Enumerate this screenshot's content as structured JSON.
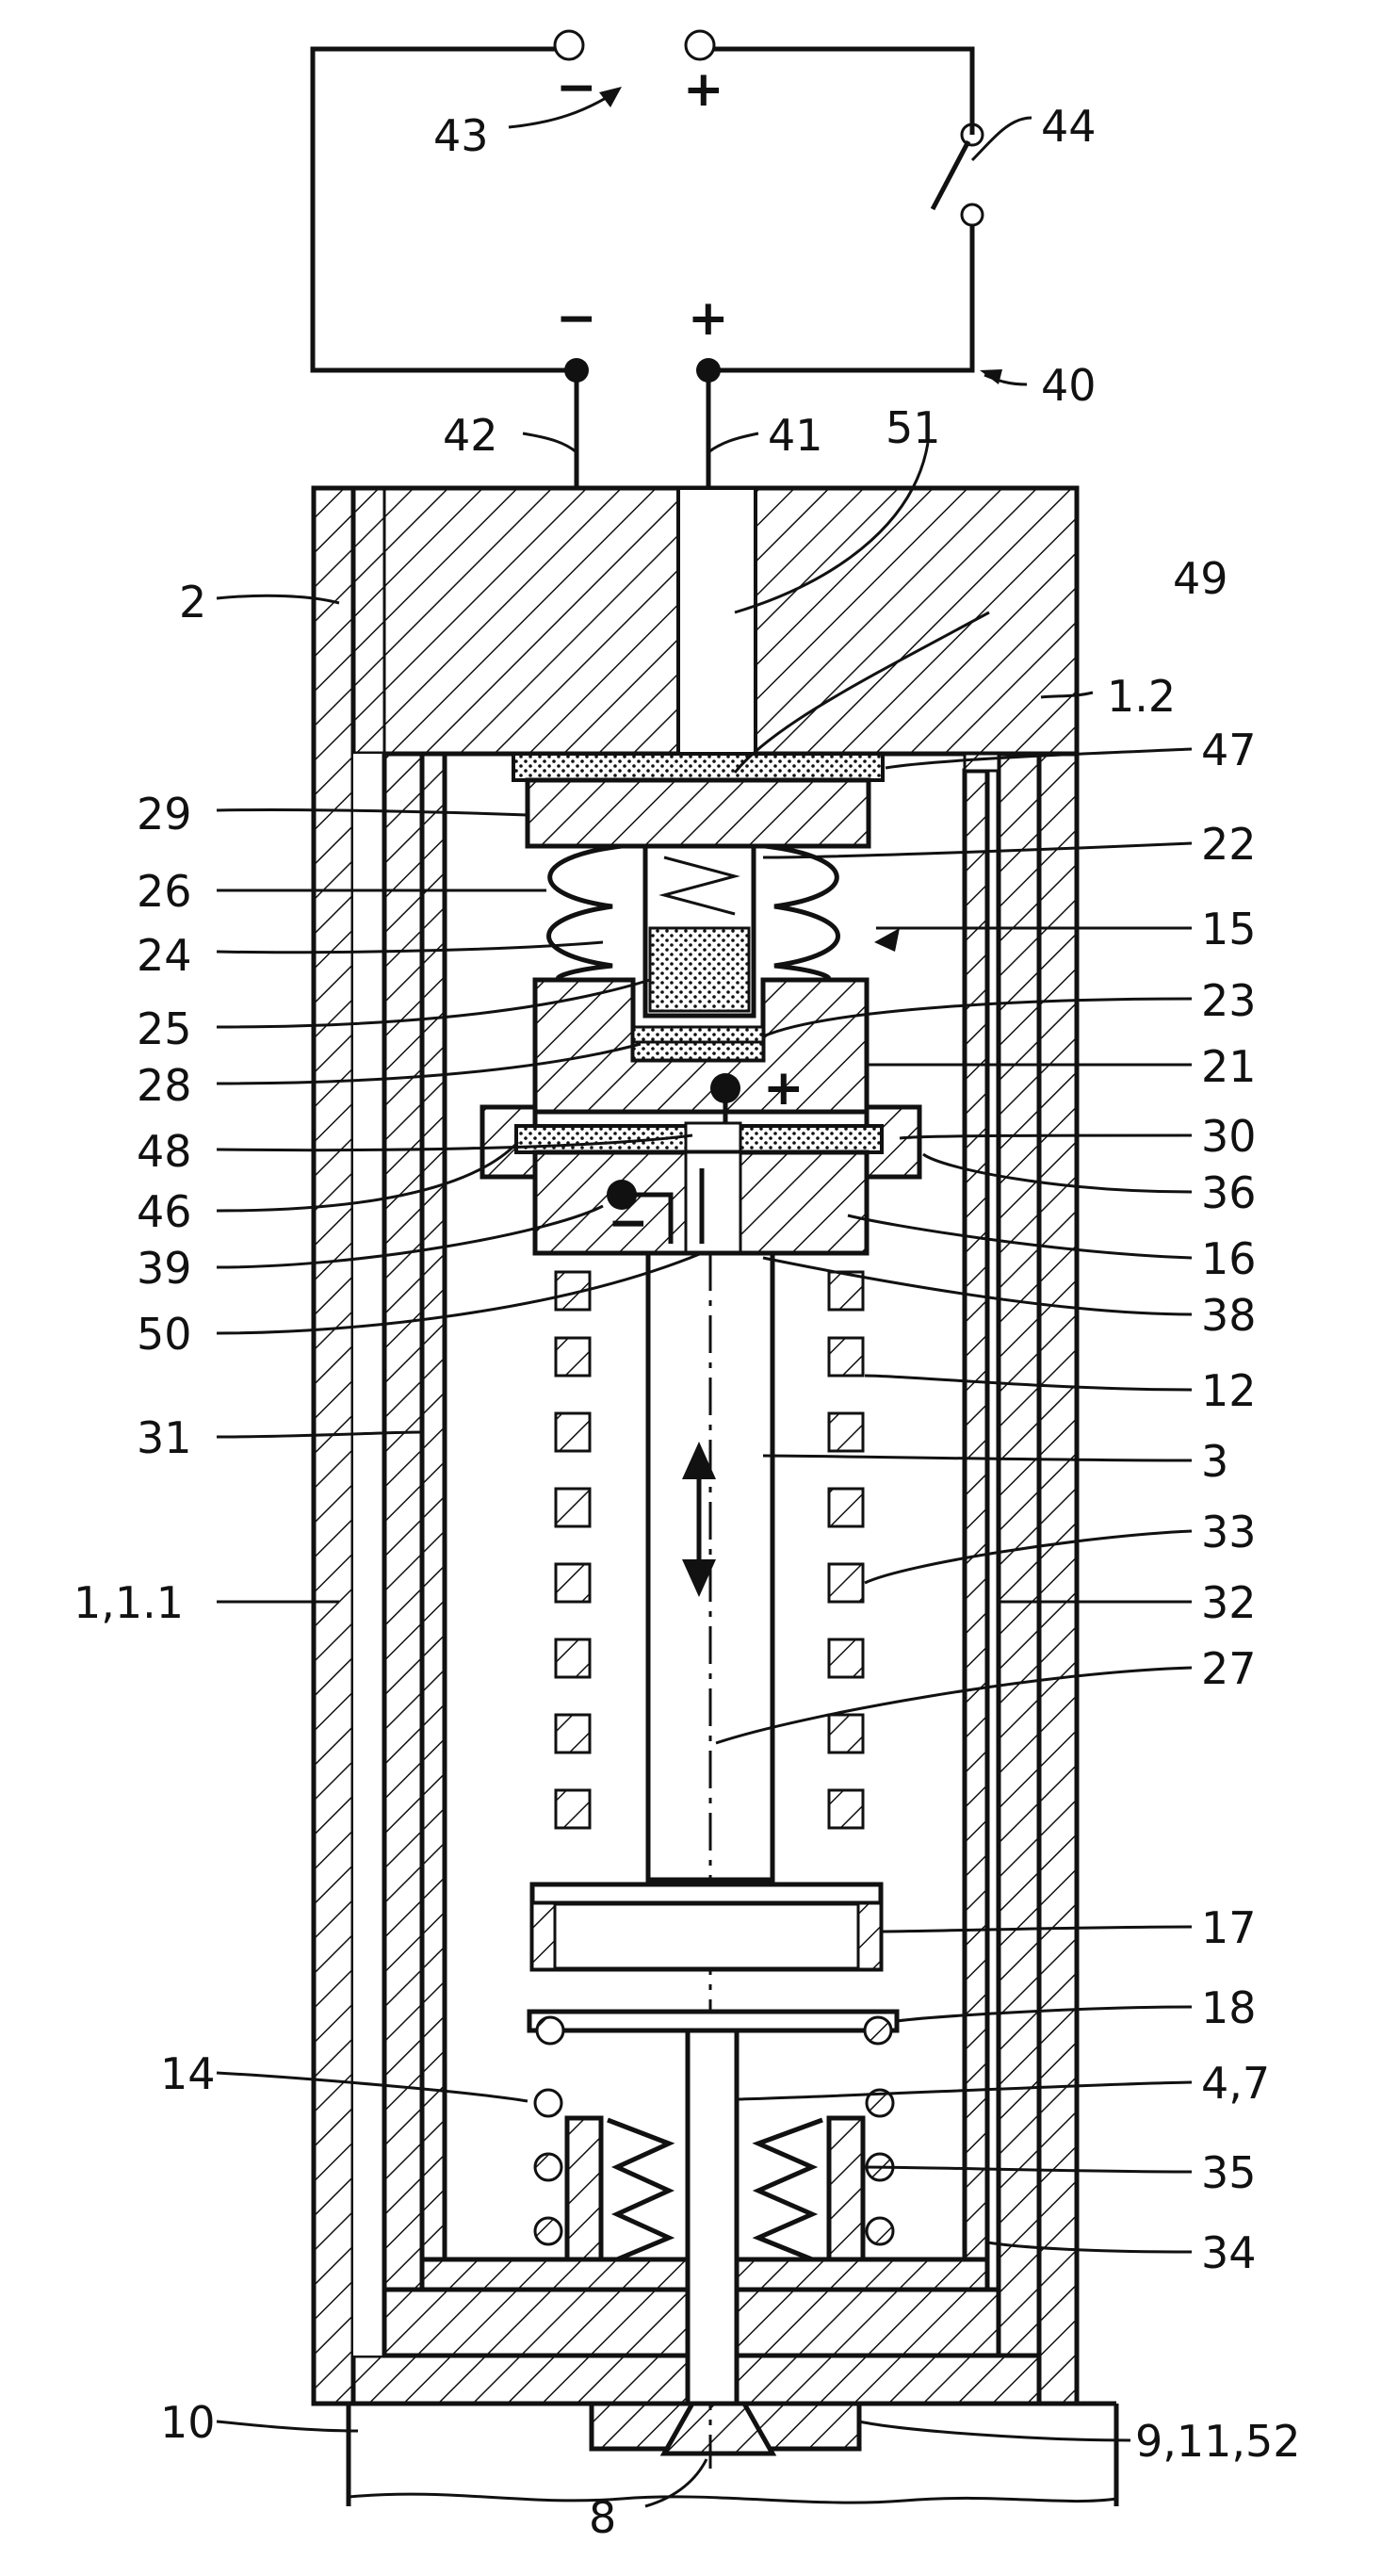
{
  "figure": {
    "signs": {
      "minus": "−",
      "plus": "+"
    },
    "labels": {
      "l43": "43",
      "l44": "44",
      "l40": "40",
      "l42": "42",
      "l41": "41",
      "l51": "51",
      "l49": "49",
      "l2": "2",
      "l1_2": "1.2",
      "l47": "47",
      "l29": "29",
      "l22": "22",
      "l26": "26",
      "l15": "15",
      "l24": "24",
      "l25": "25",
      "l23": "23",
      "l28": "28",
      "l21": "21",
      "l48": "48",
      "l30": "30",
      "l46": "46",
      "l36": "36",
      "l39": "39",
      "l16": "16",
      "l50": "50",
      "l38": "38",
      "l12": "12",
      "l31": "31",
      "l3": "3",
      "l33": "33",
      "l1_1_1": "1,1.1",
      "l32": "32",
      "l27": "27",
      "l17": "17",
      "l18": "18",
      "l14": "14",
      "l4_7": "4,7",
      "l35": "35",
      "l34": "34",
      "l10": "10",
      "l9_11_52": "9,11,52",
      "l8": "8"
    }
  }
}
